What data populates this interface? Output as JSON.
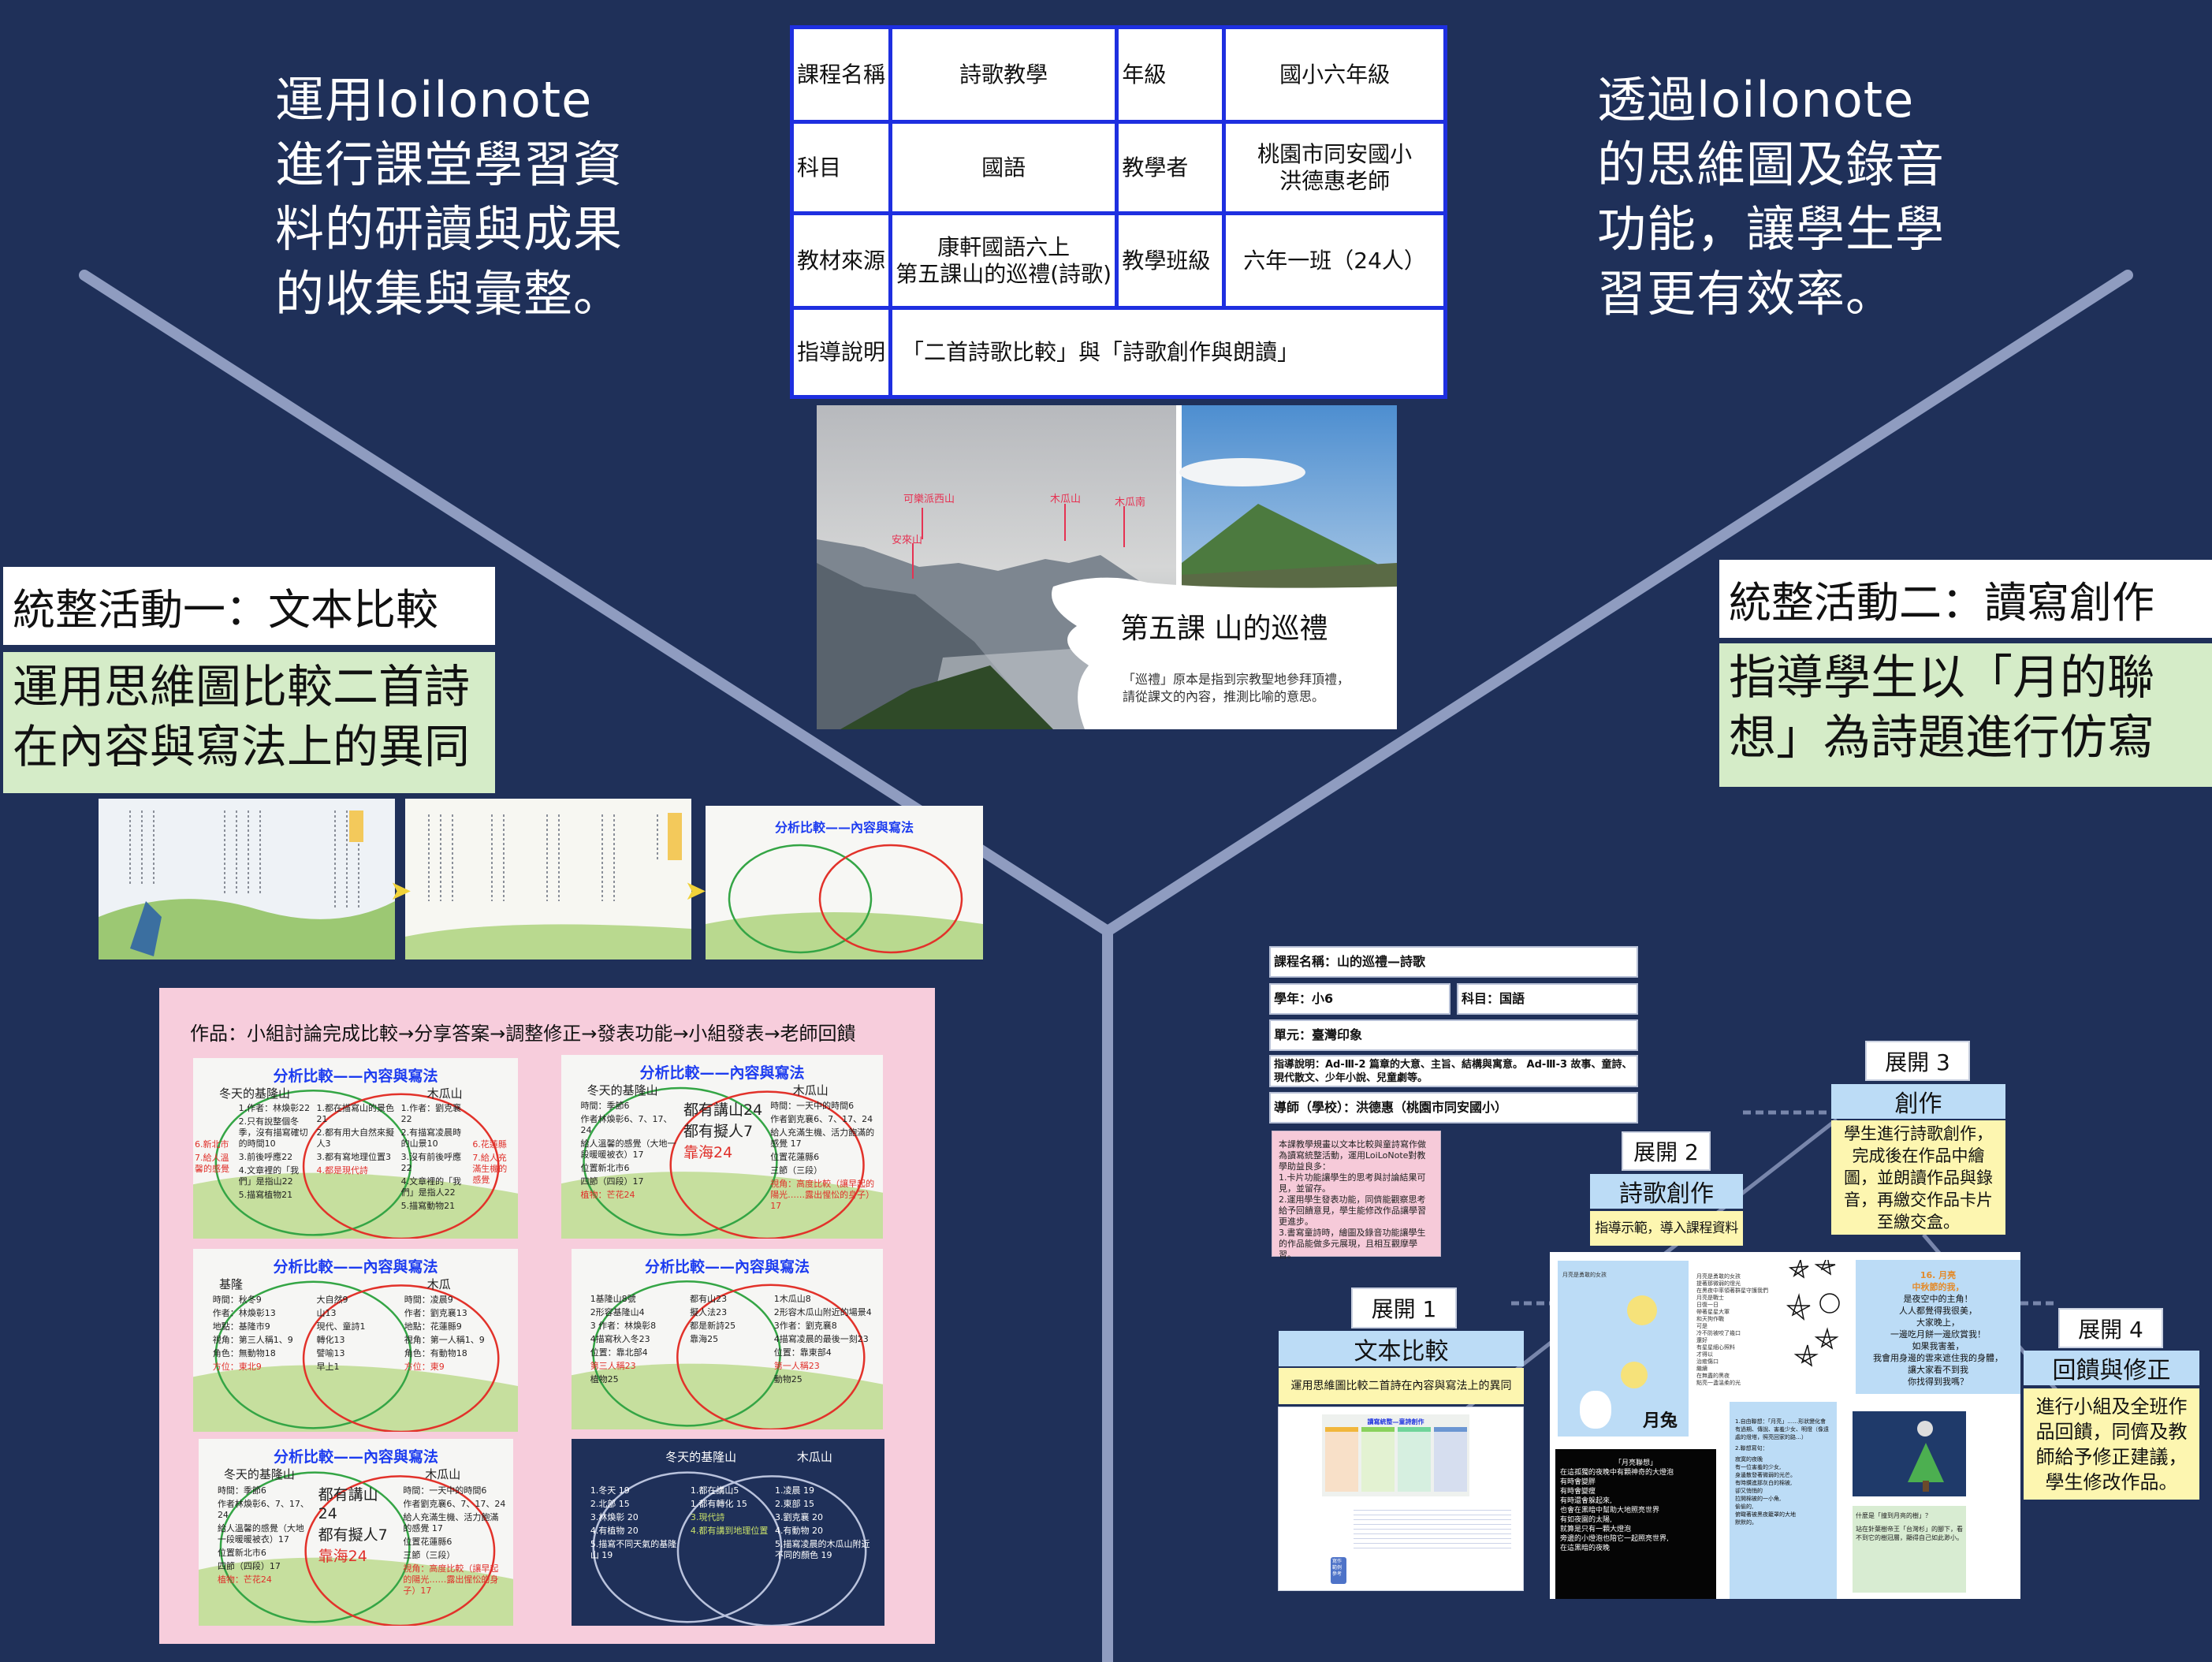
{
  "left_heading": [
    "運用loilonote",
    "進行課堂學習資",
    "料的研讀與成果",
    "的收集與彙整。"
  ],
  "right_heading": [
    "透過loilonote",
    "的思維圖及錄音",
    "功能，讓學生學",
    "習更有效率。"
  ],
  "course_table": {
    "r1": [
      "課程名稱",
      "詩歌教學",
      "年級",
      "國小六年級"
    ],
    "r2": [
      "科目",
      "國語",
      "教學者",
      "桃園市同安國小",
      "洪德惠老師"
    ],
    "r3": [
      "教材來源",
      "康軒國語六上",
      "第五課山的巡禮(詩歌)",
      "教學班級",
      "六年一班（24人）"
    ],
    "r4": [
      "指導說明",
      "「二首詩歌比較」與「詩歌創作與朗讀」"
    ]
  },
  "lesson_image": {
    "peaks": [
      "可樂派西山",
      "安來山",
      "木瓜山",
      "木瓜南"
    ],
    "title": "第五課 山的巡禮",
    "caption": [
      "「巡禮」原本是指到宗教聖地參拜頂禮，",
      "請從課文的內容，推測比喻的意思。"
    ]
  },
  "activity1": {
    "label": "統整活動一：文本比較",
    "desc": [
      "運用思維圖比較二首詩",
      "在內容與寫法上的異同"
    ]
  },
  "activity2": {
    "label": "統整活動二：讀寫創作",
    "desc": [
      "指導學生以「月的聯",
      "想」為詩題進行仿寫"
    ]
  },
  "thumb_venn_title": "分析比較——內容與寫法",
  "works": {
    "caption": "作品：小組討論完成比較→分享答案→調整修正→發表功能→小組發表→老師回饋",
    "venns": [
      {
        "title": "分析比較——內容與寫法",
        "left": "冬天的基隆山",
        "right": "木瓜山",
        "l": [
          {
            "t": "1.作者：林煥彰22"
          },
          {
            "t": "2.只有說整個冬季，沒有描寫確切的時間10"
          },
          {
            "t": "3.前後呼應22"
          },
          {
            "t": "4.文章裡的「我們」是指山22"
          },
          {
            "t": "5.描寫植物21"
          }
        ],
        "lo": [
          {
            "t": "6.新北市"
          },
          {
            "t": "7.給人溫馨的感覺"
          }
        ],
        "m": [
          {
            "t": "1.都在描寫山的景色21"
          },
          {
            "t": "2.都有用大自然來擬人3"
          },
          {
            "t": "3.都有寫地理位置3"
          },
          {
            "t": "4.都是現代詩",
            "red": true
          }
        ],
        "r": [
          {
            "t": "1.作者：劉克襄22"
          },
          {
            "t": "2.有描寫凌晨時的山景10"
          },
          {
            "t": "3.沒有前後呼應22"
          },
          {
            "t": "4.文章裡的「我們」是指人22"
          },
          {
            "t": "5.描寫動物21"
          }
        ],
        "ro": [
          {
            "t": "6.花蓮縣"
          },
          {
            "t": "7.給人充滿生機的感覺"
          }
        ]
      },
      {
        "title": "分析比較——內容與寫法",
        "left": "冬天的基隆山",
        "right": "木瓜山",
        "l": [
          {
            "t": "時間：季節6"
          },
          {
            "t": "作者林煥彰6、7、17、24"
          },
          {
            "t": "給人溫馨的感覺（大地一段暖暖被衣）17"
          },
          {
            "t": "位置新北市6"
          },
          {
            "t": "四節（四段）17"
          },
          {
            "t": "植物：芒花24",
            "red": true
          }
        ],
        "m": [
          {
            "t": "都有講山24",
            "big": true
          },
          {
            "t": "都有擬人7",
            "big": true
          },
          {
            "t": "靠海24",
            "big": true,
            "red": true
          }
        ],
        "r": [
          {
            "t": "時間：一天中的時間6"
          },
          {
            "t": "作者劉克襄6、7、17、24"
          },
          {
            "t": "給人充滿生機、活力飽滿的感覺 17"
          },
          {
            "t": "位置花蓮縣6"
          },
          {
            "t": "三節（三段）"
          },
          {
            "t": "視角：高度比較（讓早起的陽光……露出惺忪的身子）17",
            "red": true
          }
        ]
      },
      {
        "title": "分析比較——內容與寫法",
        "left": "基隆",
        "right": "木瓜",
        "l": [
          {
            "t": "時間：秋冬9"
          },
          {
            "t": "作者：林煥彰13"
          },
          {
            "t": "地點：基隆市9"
          },
          {
            "t": "視角：第三人稱1、9"
          },
          {
            "t": "角色：無動物18"
          },
          {
            "t": "方位：東北9",
            "red": true
          }
        ],
        "m": [
          {
            "t": "大自然9"
          },
          {
            "t": "山13"
          },
          {
            "t": "現代、童詩1"
          },
          {
            "t": "轉化13"
          },
          {
            "t": "譬喻13"
          },
          {
            "t": "早上1"
          }
        ],
        "r": [
          {
            "t": "時間：凌晨9"
          },
          {
            "t": "作者：劉克襄13"
          },
          {
            "t": "地點：花蓮縣9"
          },
          {
            "t": "視角：第一人稱1、9"
          },
          {
            "t": "角色：有動物18"
          },
          {
            "t": "方位：東9",
            "red": true
          }
        ]
      },
      {
        "title": "分析比較——內容與寫法",
        "left": "",
        "right": "",
        "l": [
          {
            "t": "1基隆山8號"
          },
          {
            "t": "2形容基隆山4"
          },
          {
            "t": "3 作者：林煥彰8"
          },
          {
            "t": "4描寫秋入冬23"
          },
          {
            "t": "位置：靠北部4"
          },
          {
            "t": "第三人稱23",
            "red": true
          },
          {
            "t": "植物25"
          }
        ],
        "m": [
          {
            "t": "都有山23"
          },
          {
            "t": "擬人法23"
          },
          {
            "t": "都是新詩25"
          },
          {
            "t": "靠海25"
          }
        ],
        "r": [
          {
            "t": "1木瓜山8"
          },
          {
            "t": "2形容木瓜山附近的場景4"
          },
          {
            "t": "3作者：劉克襄8"
          },
          {
            "t": "4描寫凌晨的最後一刻23"
          },
          {
            "t": "位置：靠東部4"
          },
          {
            "t": "第一人稱23",
            "red": true
          },
          {
            "t": "動物25"
          }
        ]
      },
      {
        "title": "分析比較——內容與寫法",
        "left": "冬天的基隆山",
        "right": "木瓜山",
        "l": [
          {
            "t": "時間：季節6"
          },
          {
            "t": "作者林煥彰6、7、17、24"
          },
          {
            "t": "給人溫馨的感覺（大地一段暖暖被衣）17"
          },
          {
            "t": "位置新北市6"
          },
          {
            "t": "四節（四段）17"
          },
          {
            "t": "植物：芒花24",
            "red": true
          }
        ],
        "m": [
          {
            "t": "都有講山24",
            "big": true
          },
          {
            "t": "都有擬人7",
            "big": true
          },
          {
            "t": "靠海24",
            "big": true,
            "red": true
          }
        ],
        "r": [
          {
            "t": "時間：一天中的時間6"
          },
          {
            "t": "作者劉克襄6、7、17、24"
          },
          {
            "t": "給人充滿生機、活力飽滿的感覺 17"
          },
          {
            "t": "位置花蓮縣6"
          },
          {
            "t": "三節（三段）"
          },
          {
            "t": "視角：高度比較（讓早起的陽光……露出惺忪的身子）17",
            "red": true
          }
        ]
      },
      {
        "title": "",
        "left": "冬天的基隆山",
        "right": "木瓜山",
        "dark": true,
        "l": [
          {
            "t": "1.冬天 19"
          },
          {
            "t": "2.北部 15"
          },
          {
            "t": "3.林煥彰 20"
          },
          {
            "t": "4.有植物 20"
          },
          {
            "t": "5.描寫不同天氣的基隆山 19"
          }
        ],
        "m": [
          {
            "t": "1.都在講山5"
          },
          {
            "t": "1.都有轉化 15"
          },
          {
            "t": "3.現代詩",
            "green": true
          },
          {
            "t": "4.都有講到地理位置",
            "green": true
          }
        ],
        "r": [
          {
            "t": "1.凌晨 19"
          },
          {
            "t": "2.東部 15"
          },
          {
            "t": "3.劉克襄 20"
          },
          {
            "t": "4.有動物 20"
          },
          {
            "t": "5.描寫凌晨的木瓜山附近不同的顏色 19"
          }
        ]
      }
    ]
  },
  "plan": {
    "course_name": "課程名稱：山的巡禮—詩歌",
    "grade": "學年：小6",
    "subject": "科目：国語",
    "unit": "單元：臺灣印象",
    "guidance": "指導說明：Ad-Ⅲ-2 篇章的大意、主旨、結構與寓意。 Ad-Ⅲ-3 故事、童詩、現代散文、少年小說、兒童劇等。",
    "teacher": "導師（學校）：洪德惠（桃園市同安國小）",
    "note": [
      "本課教學規畫以文本比較與童詩寫作做為讀寫統整活動，運用LoiLoNote對教學助益良多：",
      "1.卡片功能讓學生的思考與討論結果可見，並留存。",
      "2.運用學生發表功能，同儕能觀察思考給予回饋意見，學生能修改作品讓學習更進步。",
      "3.書寫童詩時，繪圖及錄音功能讓學生的作品能做多元展現，且相互觀摩學習。"
    ]
  },
  "stages": [
    {
      "label": "展開 1",
      "title": "文本比較",
      "desc": "運用思維圖比較二首詩在內容與寫法上的異同"
    },
    {
      "label": "展開 2",
      "title": "詩歌創作",
      "desc": "指導示範，導入課程資料"
    },
    {
      "label": "展開 3",
      "title": "創作",
      "desc": "學生進行詩歌創作，完成後在作品中繪圖，並朗讀作品與錄音，再繳交作品卡片至繳交盒。"
    },
    {
      "label": "展開 4",
      "title": "回饋與修正",
      "desc": "進行小組及全班作品回饋，同儕及教師給予修正建議，學生修改作品。"
    }
  ],
  "stage1_preview": {
    "title": "讀寫統整—童詩創作",
    "tag": "寫作範例參考"
  },
  "student_works": {
    "moon_card": [
      "16. 月亮",
      "中秋節的我，",
      "是夜空中的主角！",
      "人人都覺得我很美，",
      "大家晚上，",
      "一邊吃月餅一邊欣賞我！",
      "如果我害羞，",
      "我會用身邊的雲來遮住我的身體，",
      "讓大家看不到我",
      "你找得到我嗎？"
    ],
    "poem_text": [
      "月亮是勇敢的女孩",
      "提著那微弱的燈光",
      "在黑夜中率領著群星守護我們",
      "月亮是戰士",
      "日復一日",
      "帶著星星大軍",
      "和天狗作戰",
      "可是",
      "冷不防被咬了幾口",
      "還好",
      "有星星細心照料",
      "才得以",
      "治癒傷口",
      "繼續",
      "在無盡的黑夜",
      "點亮一盞溫柔的光"
    ],
    "rabbit_card_sign": "月兔",
    "black_card": [
      "「月亮聯想」",
      "在這孤獨的夜晚中有顆神奇的大燈泡",
      "有時會變胖",
      "有時會變瘦",
      "有時還會躲起來,",
      "也會在黑暗中幫助大地照亮世界",
      "有如夜園的太陽,",
      "就算是只有一顆大燈泡",
      "旁邊的小燈泡也陪它一起照亮世界,",
      "在這黑暗的夜晚"
    ],
    "notes_card": [
      "1.自由聯想：「月亮」……形狀變化會有過期、傳說、害羞少女、明燈（像遠處的燈塔，照亮回家的路…）",
      "2.聯想寫句：",
      "寂寞的夜晚",
      "有一位害羞的少女,",
      "身邊散發著微弱的光芒。",
      "有時鑽進那灰白的棉被,",
      "卻又悄悄的",
      "拉開棉被的一小角,",
      "偷偷的,",
      "俯瞰著被黑夜籠罩的大地",
      "默默的。"
    ],
    "tree_question": [
      "什麼是「撞到月亮的樹」？",
      "站在針葉樹帝王「台灣杉」的腳下，看不到它的樹冠層，顯得自己如此渺小。"
    ]
  }
}
